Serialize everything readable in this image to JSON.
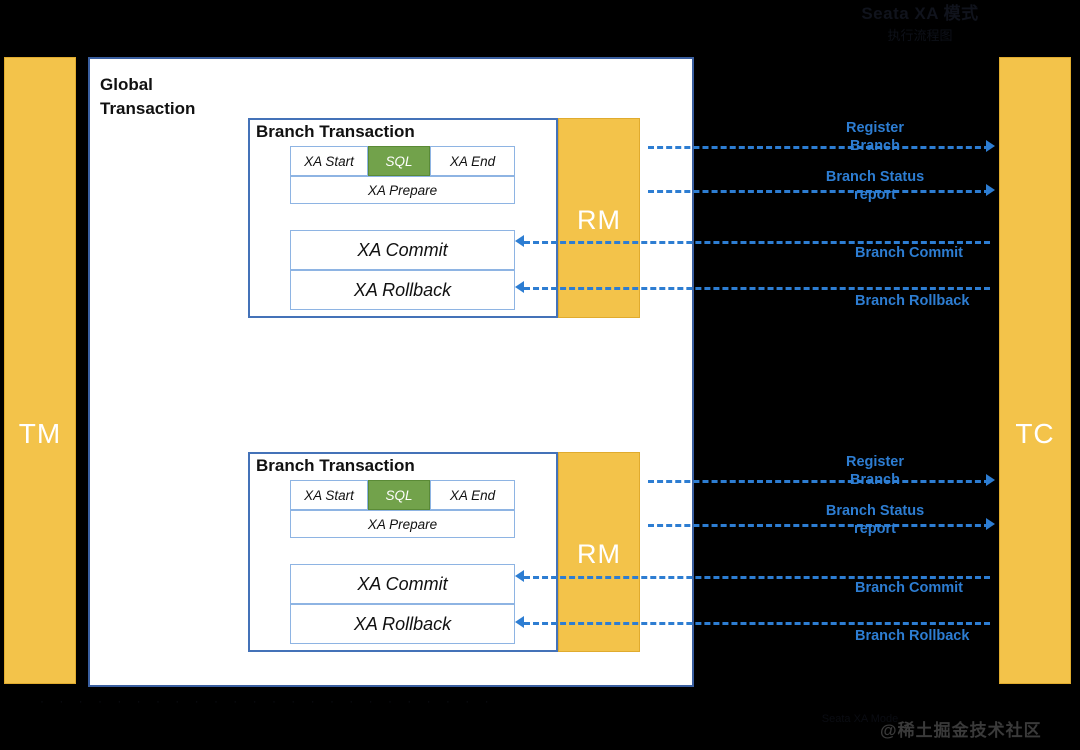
{
  "slide": {
    "title": "Seata XA 模式",
    "subtitle": "执行流程图",
    "bottom_caption": "· · · · · · · · · · · · · · · · · · · · · · · ·",
    "bottom_sub": "Seata XA Mode",
    "watermark": "@稀土掘金技术社区"
  },
  "colors": {
    "orange": "#f3c34a",
    "blue_line": "#2d7dd2",
    "panel_border": "#3a5fa0",
    "box_border": "#8eb4e3",
    "green": "#72a24b"
  },
  "actors": {
    "tm": {
      "label": "TM"
    },
    "tc": {
      "label": "TC"
    }
  },
  "global": {
    "title_line1": "Global",
    "title_line2": "Transaction"
  },
  "branches": [
    {
      "title": "Branch Transaction",
      "rm_label": "RM",
      "steps": {
        "xa_start": "XA Start",
        "sql": "SQL",
        "xa_end": "XA End",
        "xa_prepare": "XA Prepare",
        "xa_commit": "XA Commit",
        "xa_rollback": "XA Rollback"
      },
      "messages": [
        {
          "line1": "Register",
          "line2": "Branch"
        },
        {
          "line1": "Branch Status",
          "line2": "report"
        },
        {
          "line1": "Branch Commit",
          "line2": ""
        },
        {
          "line1": "Branch Rollback",
          "line2": ""
        }
      ]
    },
    {
      "title": "Branch Transaction",
      "rm_label": "RM",
      "steps": {
        "xa_start": "XA Start",
        "sql": "SQL",
        "xa_end": "XA End",
        "xa_prepare": "XA Prepare",
        "xa_commit": "XA Commit",
        "xa_rollback": "XA Rollback"
      },
      "messages": [
        {
          "line1": "Register",
          "line2": "Branch"
        },
        {
          "line1": "Branch Status",
          "line2": "report"
        },
        {
          "line1": "Branch Commit",
          "line2": ""
        },
        {
          "line1": "Branch Rollback",
          "line2": ""
        }
      ]
    }
  ]
}
